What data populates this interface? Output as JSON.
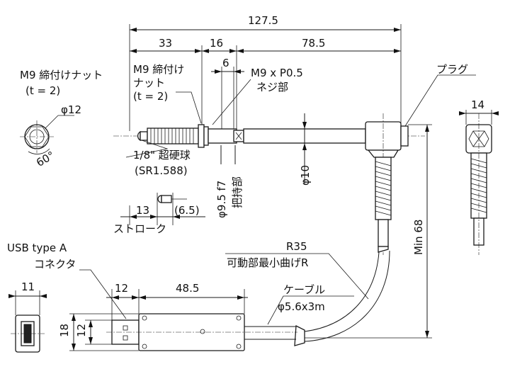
{
  "dimensions": {
    "total_length": "127.5",
    "nut_length": "33",
    "nut_to_thread": "16",
    "thread_to_body": "78.5",
    "thread_width": "6",
    "nut_hex_width": "14",
    "nut_diameter": "φ12",
    "nut_angle": "60°",
    "shaft_diameter": "φ10",
    "clamp_diameter": "φ9.5 f7",
    "stroke": "13",
    "stroke_extra": "(6.5)",
    "usb_width": "11",
    "usb_plug_length": "12",
    "usb_body_length": "48.5",
    "usb_height_outer": "18",
    "usb_height_inner": "12",
    "cable_min_length": "Min 68",
    "bend_radius": "R35"
  },
  "labels": {
    "nut_title_1": "M9 締付けナット",
    "nut_title_2": "(t = 2)",
    "fastening_nut_1": "M9 締付け",
    "fastening_nut_2": "ナット",
    "fastening_nut_3": "(t = 2)",
    "thread_spec": "M9 x P0.5",
    "thread_part": "ネジ部",
    "plug": "プラグ",
    "ball": "1/8\" 超硬球",
    "ball_radius": "(SR1.588)",
    "clamp_part": "把持部",
    "stroke_label": "ストローク",
    "usb_line1": "USB type A",
    "usb_line2": "コネクタ",
    "bend_label": "可動部最小曲げR",
    "cable_label": "ケーブル",
    "cable_spec": "φ5.6x3m"
  }
}
